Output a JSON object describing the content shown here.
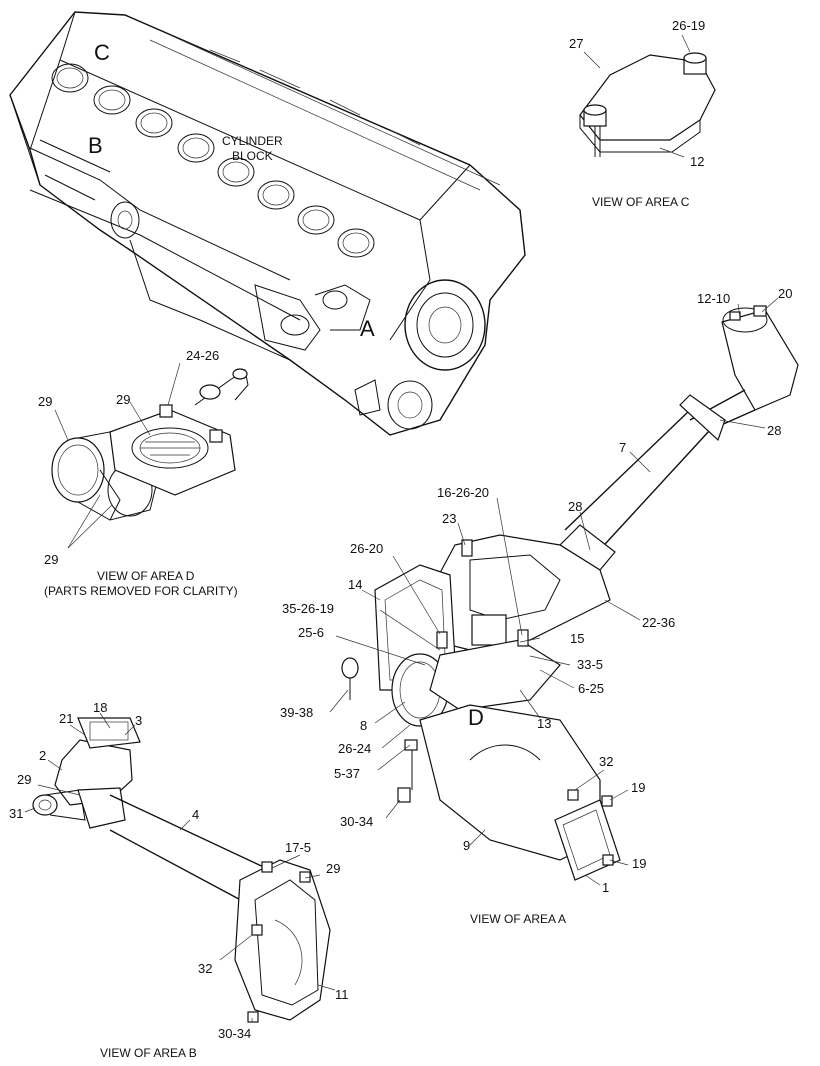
{
  "engine": {
    "block_label_1": "CYLINDER",
    "block_label_2": "BLOCK",
    "area_letters": [
      "C",
      "B",
      "A",
      "D"
    ]
  },
  "view_c": {
    "caption": "VIEW OF AREA  C",
    "callouts": [
      "26-19",
      "27",
      "12"
    ]
  },
  "view_d": {
    "caption_1": "VIEW OF AREA  D",
    "caption_2": "(PARTS REMOVED FOR CLARITY)",
    "callouts": [
      "24-26",
      "29",
      "29",
      "29"
    ]
  },
  "view_a": {
    "caption": "VIEW OF AREA  A",
    "callouts": [
      "12-10",
      "20",
      "28",
      "7",
      "16-26-20",
      "23",
      "28",
      "26-20",
      "14",
      "35-26-19",
      "15",
      "25-6",
      "33-5",
      "22-36",
      "6-25",
      "39-38",
      "13",
      "8",
      "26-24",
      "5-37",
      "32",
      "19",
      "30-34",
      "9",
      "19",
      "1"
    ]
  },
  "view_b": {
    "caption": "VIEW OF AREA  B",
    "callouts": [
      "18",
      "21",
      "3",
      "2",
      "29",
      "31",
      "4",
      "17-5",
      "29",
      "32",
      "11",
      "30-34"
    ]
  }
}
